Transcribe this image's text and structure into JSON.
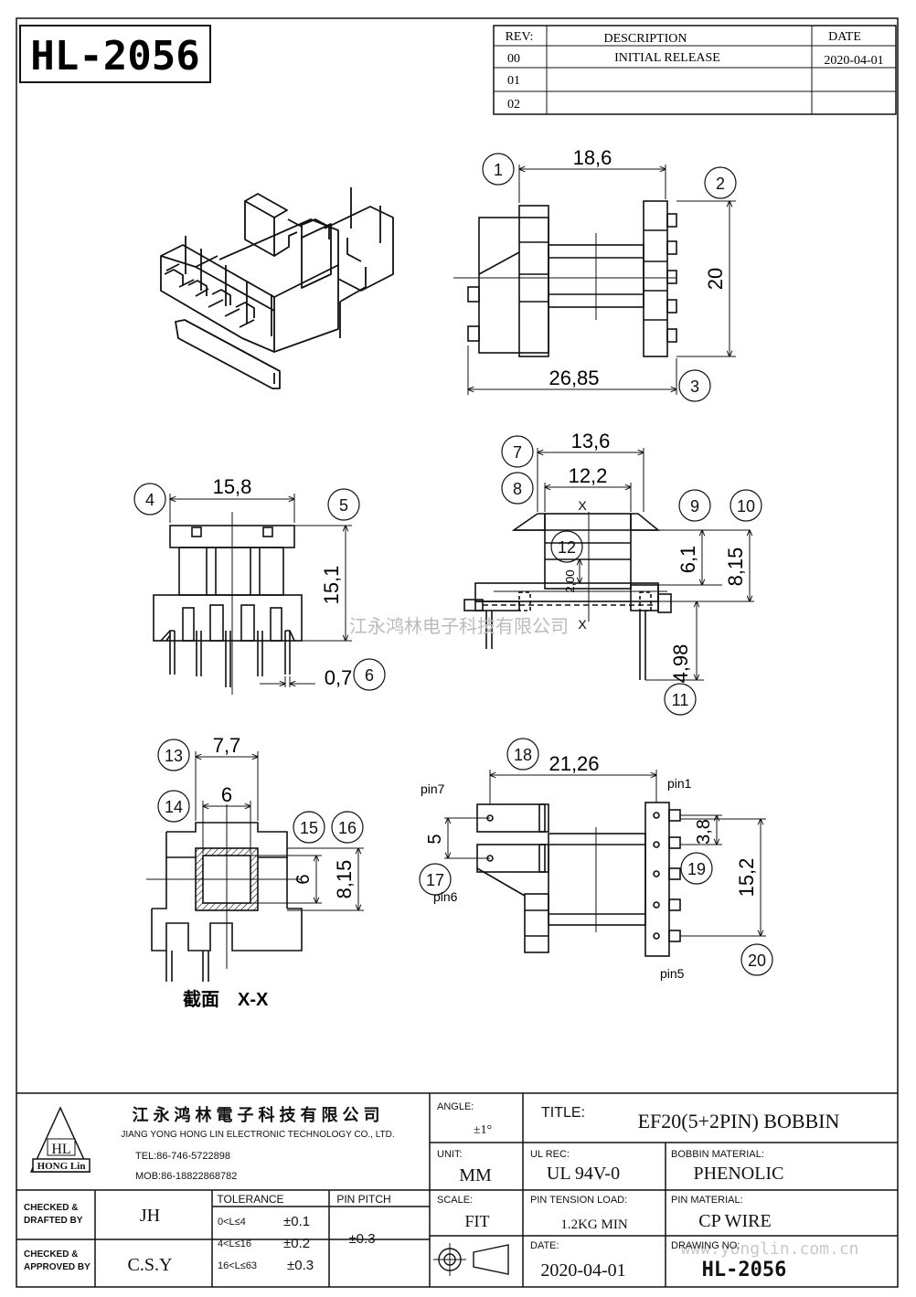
{
  "part_number": "HL-2056",
  "revision_table": {
    "headers": {
      "rev": "REV:",
      "description": "DESCRIPTION",
      "date": "DATE"
    },
    "rows": [
      {
        "rev": "00",
        "description": "INITIAL RELEASE",
        "date": "2020-04-01"
      },
      {
        "rev": "01",
        "description": "",
        "date": ""
      },
      {
        "rev": "02",
        "description": "",
        "date": ""
      }
    ]
  },
  "callouts": [
    "1",
    "2",
    "3",
    "4",
    "5",
    "6",
    "7",
    "8",
    "9",
    "10",
    "11",
    "12",
    "13",
    "14",
    "15",
    "16",
    "17",
    "18",
    "19",
    "20"
  ],
  "dimensions": {
    "top_width": "18,6",
    "top_height": "20",
    "top_length": "26,85",
    "front_width": "15,8",
    "front_height": "15,1",
    "front_pin": "0,7",
    "side_outer": "13,6",
    "side_inner": "12,2",
    "side_h1": "6,1",
    "side_h2": "8,15",
    "side_center": "2,00",
    "side_pin_len": "4,98",
    "xsec_outer": "7,7",
    "xsec_inner": "6",
    "xsec_h_inner": "6",
    "xsec_h_outer": "8,15",
    "bottom_len": "21,26",
    "bottom_pitch_left": "5",
    "bottom_pitch_right": "3,8",
    "bottom_span": "15,2"
  },
  "labels": {
    "section_x_top": "X",
    "section_x_bottom": "X",
    "section_caption": "截面　X-X",
    "pin7": "pin7",
    "pin6": "pin6",
    "pin1": "pin1",
    "pin5": "pin5",
    "watermark_company": "江永鸿林电子科技有限公司",
    "watermark_url": "www.yonglin.com.cn"
  },
  "title_block": {
    "company_cn": "江 永 鸿 林 電 子 科 技 有 限 公 司",
    "company_en": "JIANG YONG HONG LIN ELECTRONIC TECHNOLOGY CO., LTD.",
    "logo_letters": "HL",
    "logo_text": "HONG Lin",
    "tel": "TEL:86-746-5722898",
    "mob": "MOB:86-18822868782",
    "angle_label": "ANGLE:",
    "angle_value": "±1°",
    "title_label": "TITLE:",
    "title_value": "EF20(5+2PIN) BOBBIN",
    "unit_label": "UNIT:",
    "unit_value": "MM",
    "ul_label": "UL REC:",
    "ul_value": "UL 94V-0",
    "bobbin_mat_label": "BOBBIN MATERIAL:",
    "bobbin_mat_value": "PHENOLIC",
    "checked_drafted_label_1": "CHECKED &",
    "checked_drafted_label_2": "DRAFTED BY",
    "checked_drafted_value": "JH",
    "tolerance_label": "TOLERANCE",
    "tol_rows": [
      {
        "range": "0<L≤4",
        "value": "±0.1"
      },
      {
        "range": "4<L≤16",
        "value": "±0.2"
      },
      {
        "range": "16<L≤63",
        "value": "±0.3"
      }
    ],
    "pin_pitch_label": "PIN PITCH",
    "pin_pitch_value": "±0.3",
    "scale_label": "SCALE:",
    "scale_value": "FIT",
    "pin_tension_label": "PIN TENSION LOAD:",
    "pin_tension_value": "1.2KG MIN",
    "pin_mat_label": "PIN MATERIAL:",
    "pin_mat_value": "CP WIRE",
    "checked_approved_label_1": "CHECKED &",
    "checked_approved_label_2": "APPROVED BY",
    "checked_approved_value": "C.S.Y",
    "date_label": "DATE:",
    "date_value": "2020-04-01",
    "drawing_no_label": "DRAWING NO:",
    "drawing_no_value": "HL-2056"
  }
}
